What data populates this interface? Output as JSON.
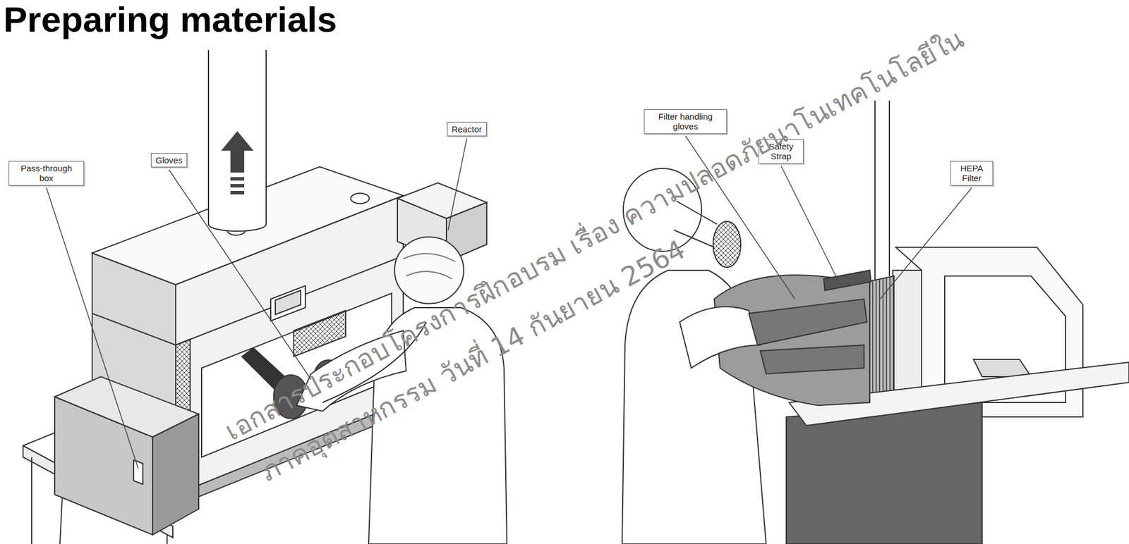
{
  "diagram": {
    "title": "Preparing materials",
    "nodes": [
      {
        "text": [
          "Pass-through box"
        ]
      },
      {
        "text": [
          "Gloves"
        ]
      },
      {
        "text": [
          "Reactor"
        ]
      },
      {
        "text": [
          "Filter handling gloves"
        ]
      },
      {
        "text": [
          "Safety Strap"
        ]
      },
      {
        "text": [
          "HEPA Filter"
        ]
      }
    ],
    "labels": [
      "เอกสารประกอบโครงการฝึกอบรม เรื่อง ความปลอดภัยนาโนเทคโนโลยีใน",
      "ภาคอุตสาหกรรม วันที่ 14 กันยายน 2564"
    ]
  }
}
